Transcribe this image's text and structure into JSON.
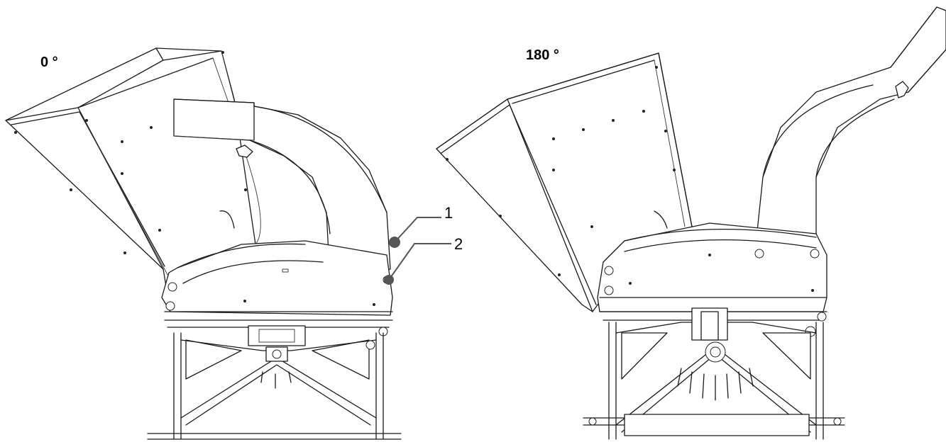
{
  "figure": {
    "left_view": {
      "angle_label": "0 °"
    },
    "right_view": {
      "angle_label": "180 °"
    },
    "callouts": [
      {
        "number": "1"
      },
      {
        "number": "2"
      }
    ],
    "colors": {
      "line": "#1a1a1a",
      "callout_marker": "#555555"
    }
  }
}
